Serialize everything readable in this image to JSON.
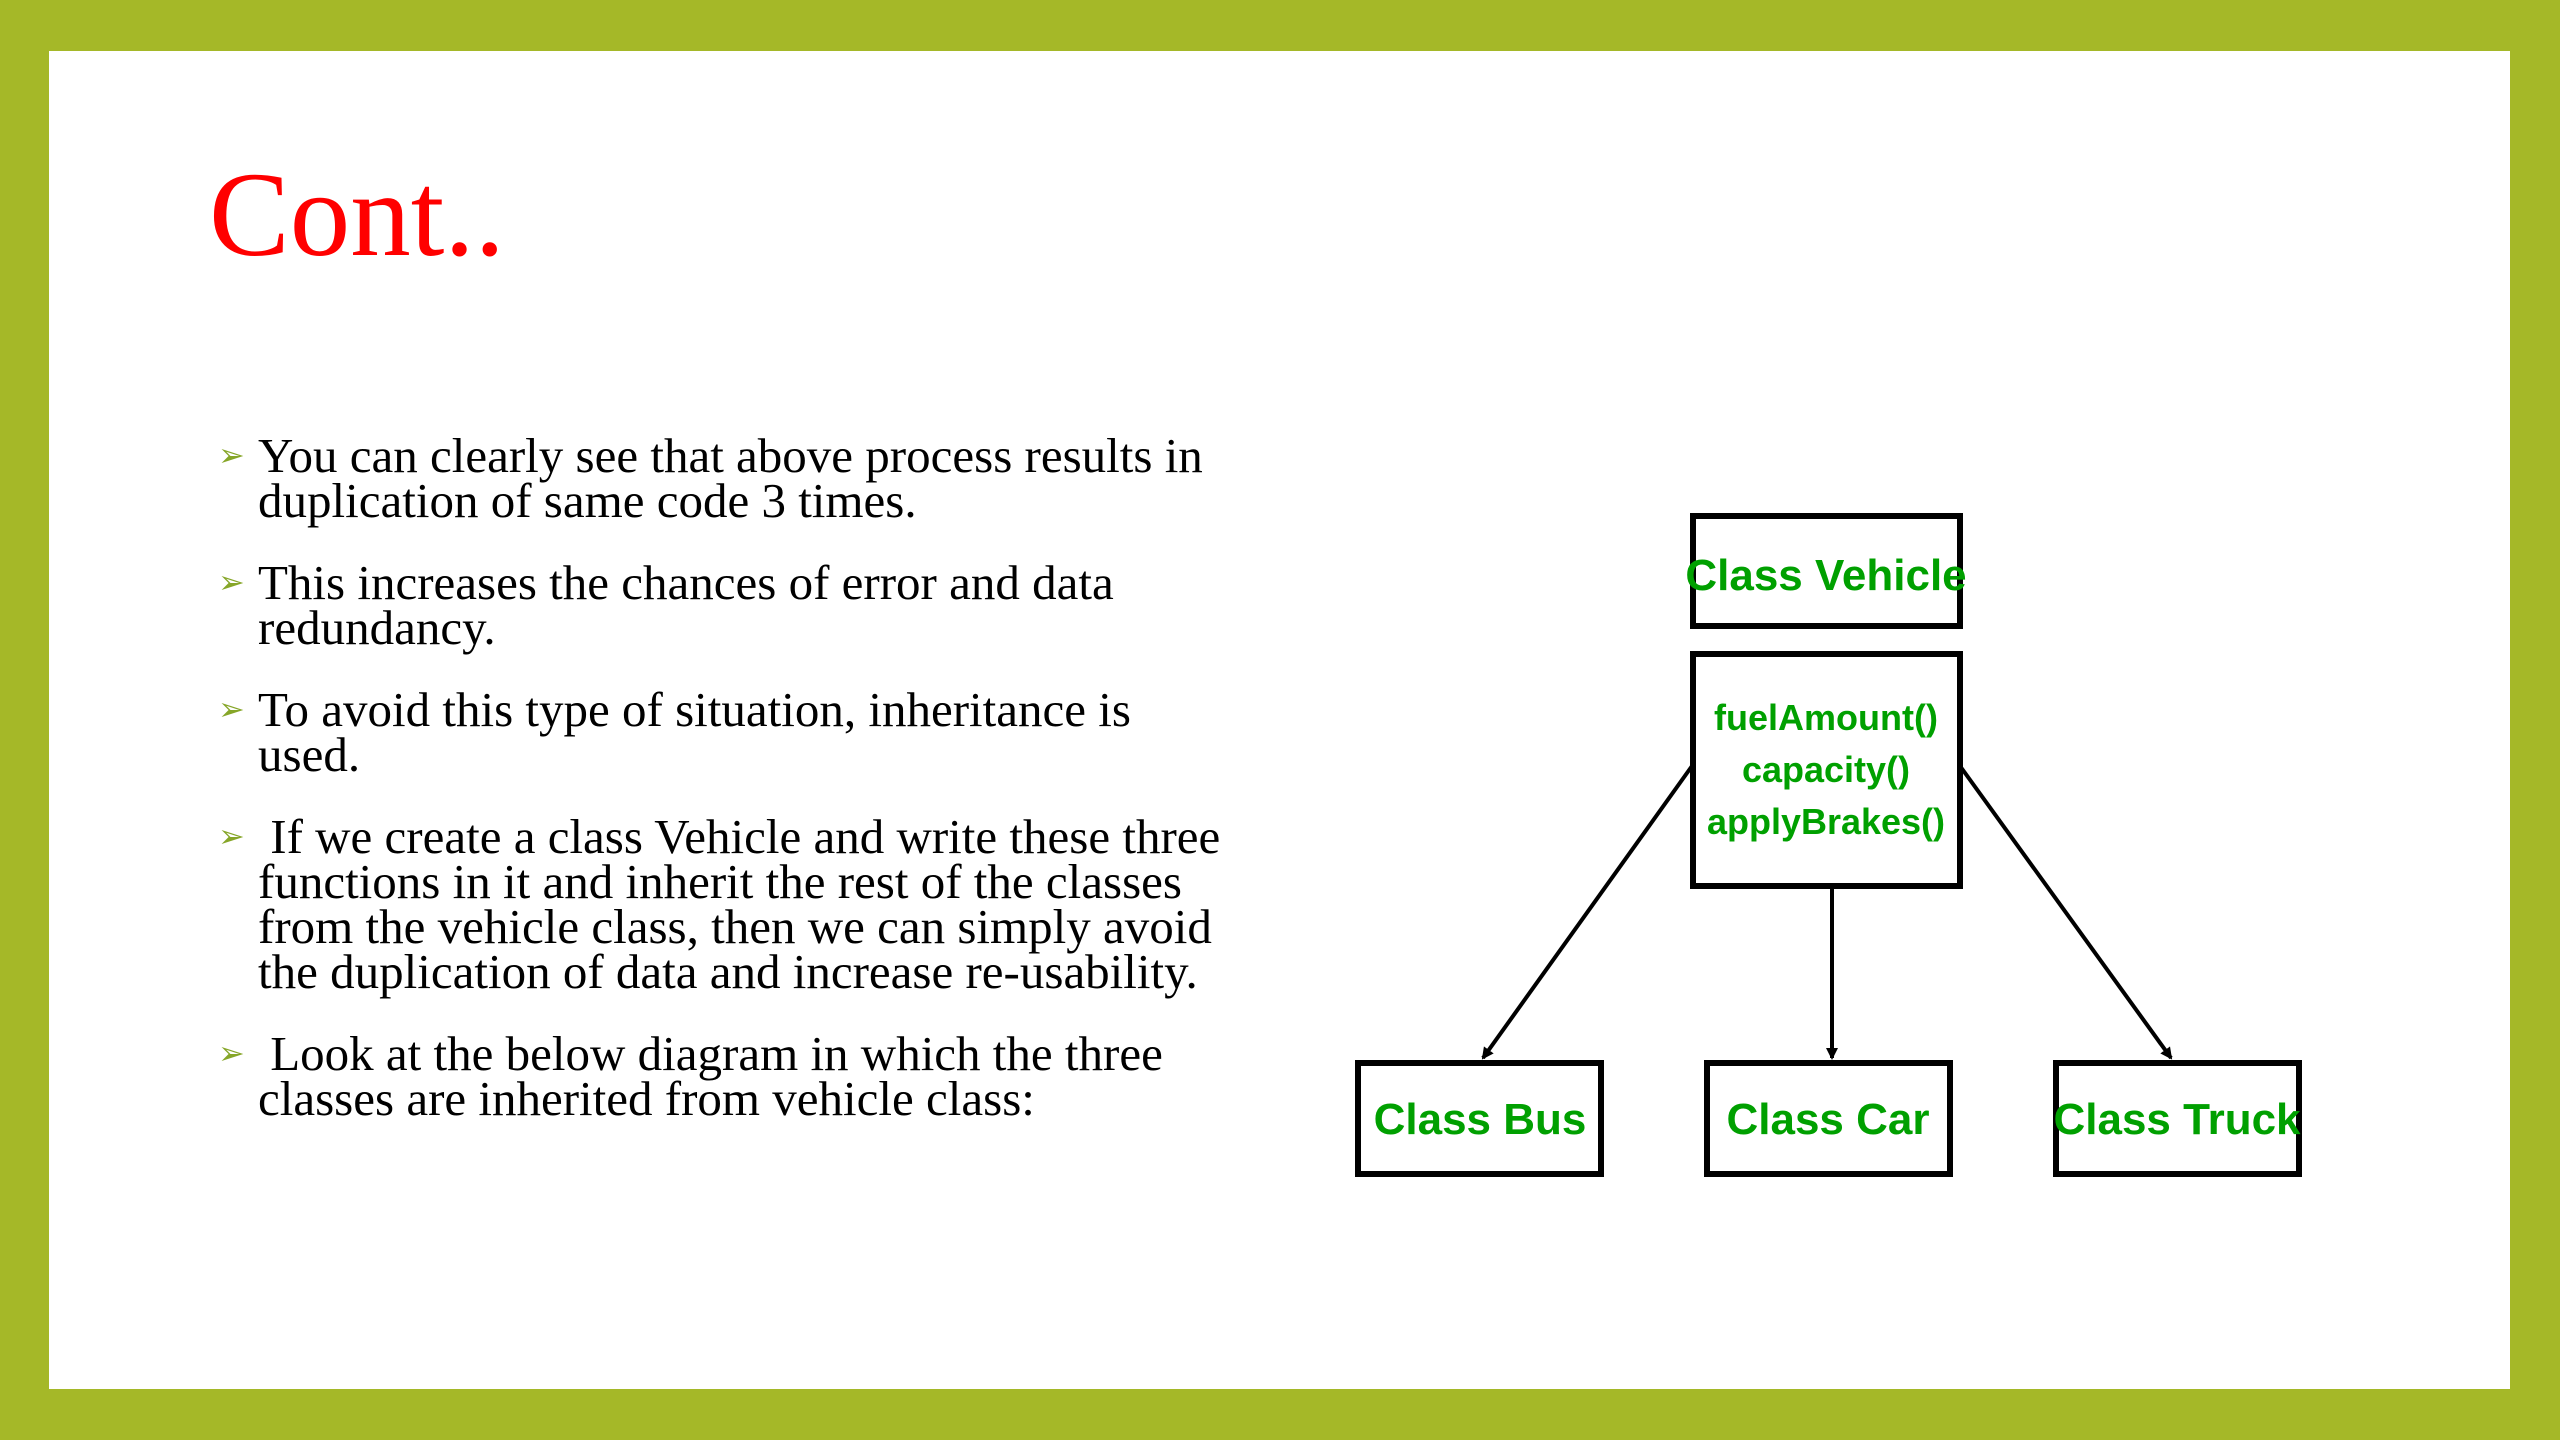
{
  "slide": {
    "title": "Cont..",
    "bullets": [
      "You can clearly see that above process results in duplication of same code 3 times.",
      "This increases the chances of error and data redundancy.",
      "To avoid this type of situation, inheritance is used.",
      " If we create a class Vehicle and write these three functions in it and inherit the rest of the classes from the vehicle class, then we can simply avoid the duplication of data and increase re-usability.",
      " Look at the below diagram in which the three classes are inherited from vehicle class:"
    ]
  },
  "diagram": {
    "parent": {
      "name": "Class Vehicle",
      "methods": [
        "fuelAmount()",
        "capacity()",
        "applyBrakes()"
      ]
    },
    "children": [
      "Class Bus",
      "Class Car",
      "Class Truck"
    ]
  },
  "colors": {
    "frame": "#A5B828",
    "title": "#FF0000",
    "bullet_arrow": "#86A628",
    "diagram_text": "#00A000"
  },
  "icons": {
    "bullet": "arrow-bullet-icon"
  }
}
